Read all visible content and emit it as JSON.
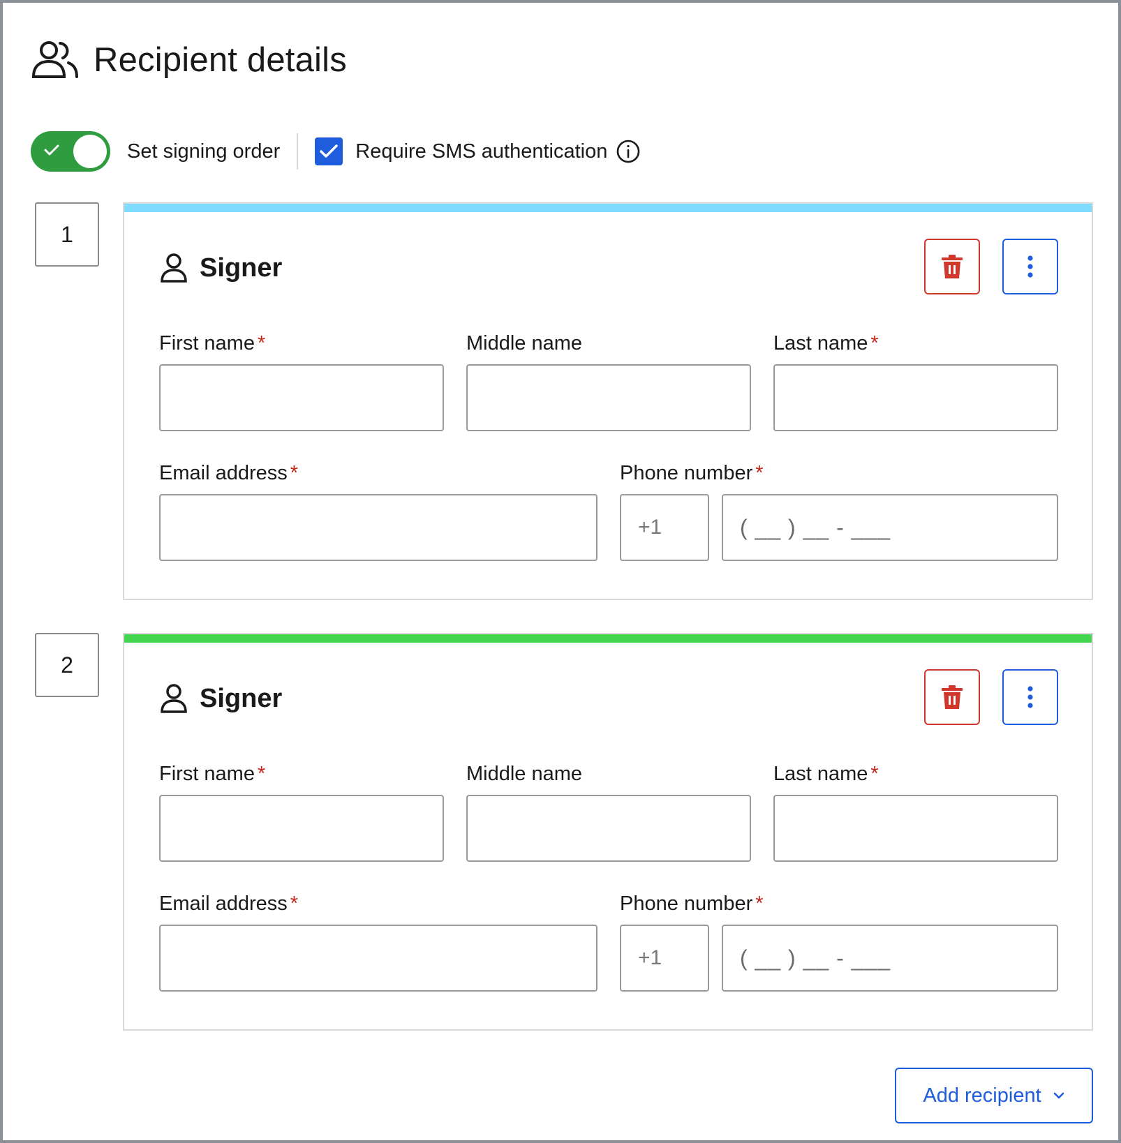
{
  "page": {
    "title": "Recipient details",
    "icon": "people-icon"
  },
  "options": {
    "signing_order": {
      "label": "Set signing order",
      "enabled": true
    },
    "sms_auth": {
      "label": "Require SMS authentication",
      "checked": true
    }
  },
  "colors": {
    "toggle_on": "#2e9c3f",
    "primary": "#1e5ddb",
    "danger": "#d0362b",
    "required": "#c4271c",
    "card1_accent": "#7fdcff",
    "card2_accent": "#44d64f"
  },
  "recipients": [
    {
      "order": "1",
      "role": "Signer",
      "fields": {
        "first_name": {
          "label": "First name",
          "required": "*",
          "value": ""
        },
        "middle_name": {
          "label": "Middle name",
          "value": ""
        },
        "last_name": {
          "label": "Last name",
          "required": "*",
          "value": ""
        },
        "email": {
          "label": "Email address",
          "required": "*",
          "value": ""
        },
        "phone": {
          "label": "Phone number",
          "required": "*",
          "country_code": "+1",
          "mask": "( __ ) __ - ___"
        }
      }
    },
    {
      "order": "2",
      "role": "Signer",
      "fields": {
        "first_name": {
          "label": "First name",
          "required": "*",
          "value": ""
        },
        "middle_name": {
          "label": "Middle name",
          "value": ""
        },
        "last_name": {
          "label": "Last name",
          "required": "*",
          "value": ""
        },
        "email": {
          "label": "Email address",
          "required": "*",
          "value": ""
        },
        "phone": {
          "label": "Phone number",
          "required": "*",
          "country_code": "+1",
          "mask": "( __ ) __ - ___"
        }
      }
    }
  ],
  "actions": {
    "add_recipient": "Add recipient"
  }
}
